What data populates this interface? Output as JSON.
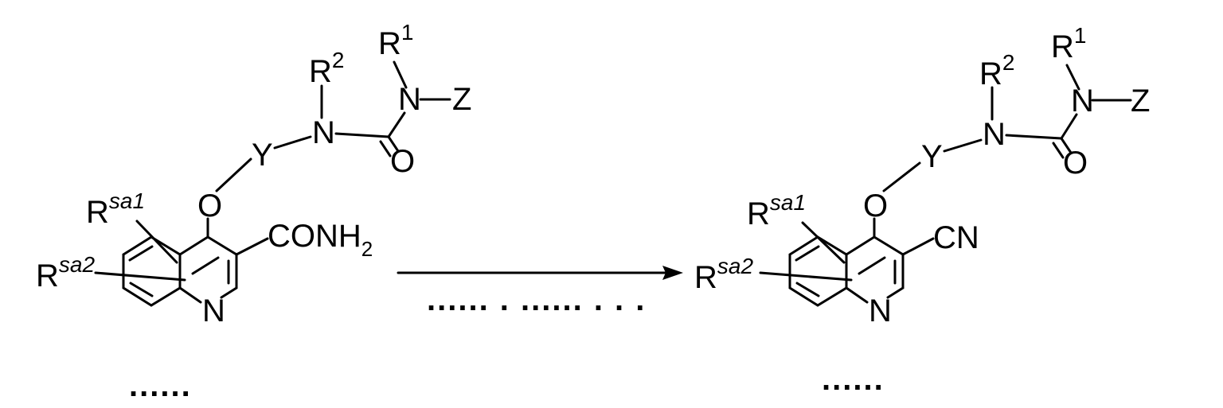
{
  "reactant": {
    "r1": "R",
    "r1_sup": "1",
    "r2": "R",
    "r2_sup": "2",
    "n_urea_left": "N",
    "n_urea_right": "N",
    "z": "Z",
    "o_carbonyl": "O",
    "y": "Y",
    "o_ether": "O",
    "rsa1": "R",
    "rsa1_sup": "sa1",
    "rsa2": "R",
    "rsa2_sup": "sa2",
    "substituent": "CONH",
    "substituent_sub": "2",
    "n_ring": "N",
    "ellipsis": "......"
  },
  "product": {
    "r1": "R",
    "r1_sup": "1",
    "r2": "R",
    "r2_sup": "2",
    "n_urea_left": "N",
    "n_urea_right": "N",
    "z": "Z",
    "o_carbonyl": "O",
    "y": "Y",
    "o_ether": "O",
    "rsa1": "R",
    "rsa1_sup": "sa1",
    "rsa2": "R",
    "rsa2_sup": "sa2",
    "substituent": "CN",
    "n_ring": "N",
    "ellipsis": "......"
  },
  "arrow": {
    "conditions": "...... . ...... . . ."
  }
}
